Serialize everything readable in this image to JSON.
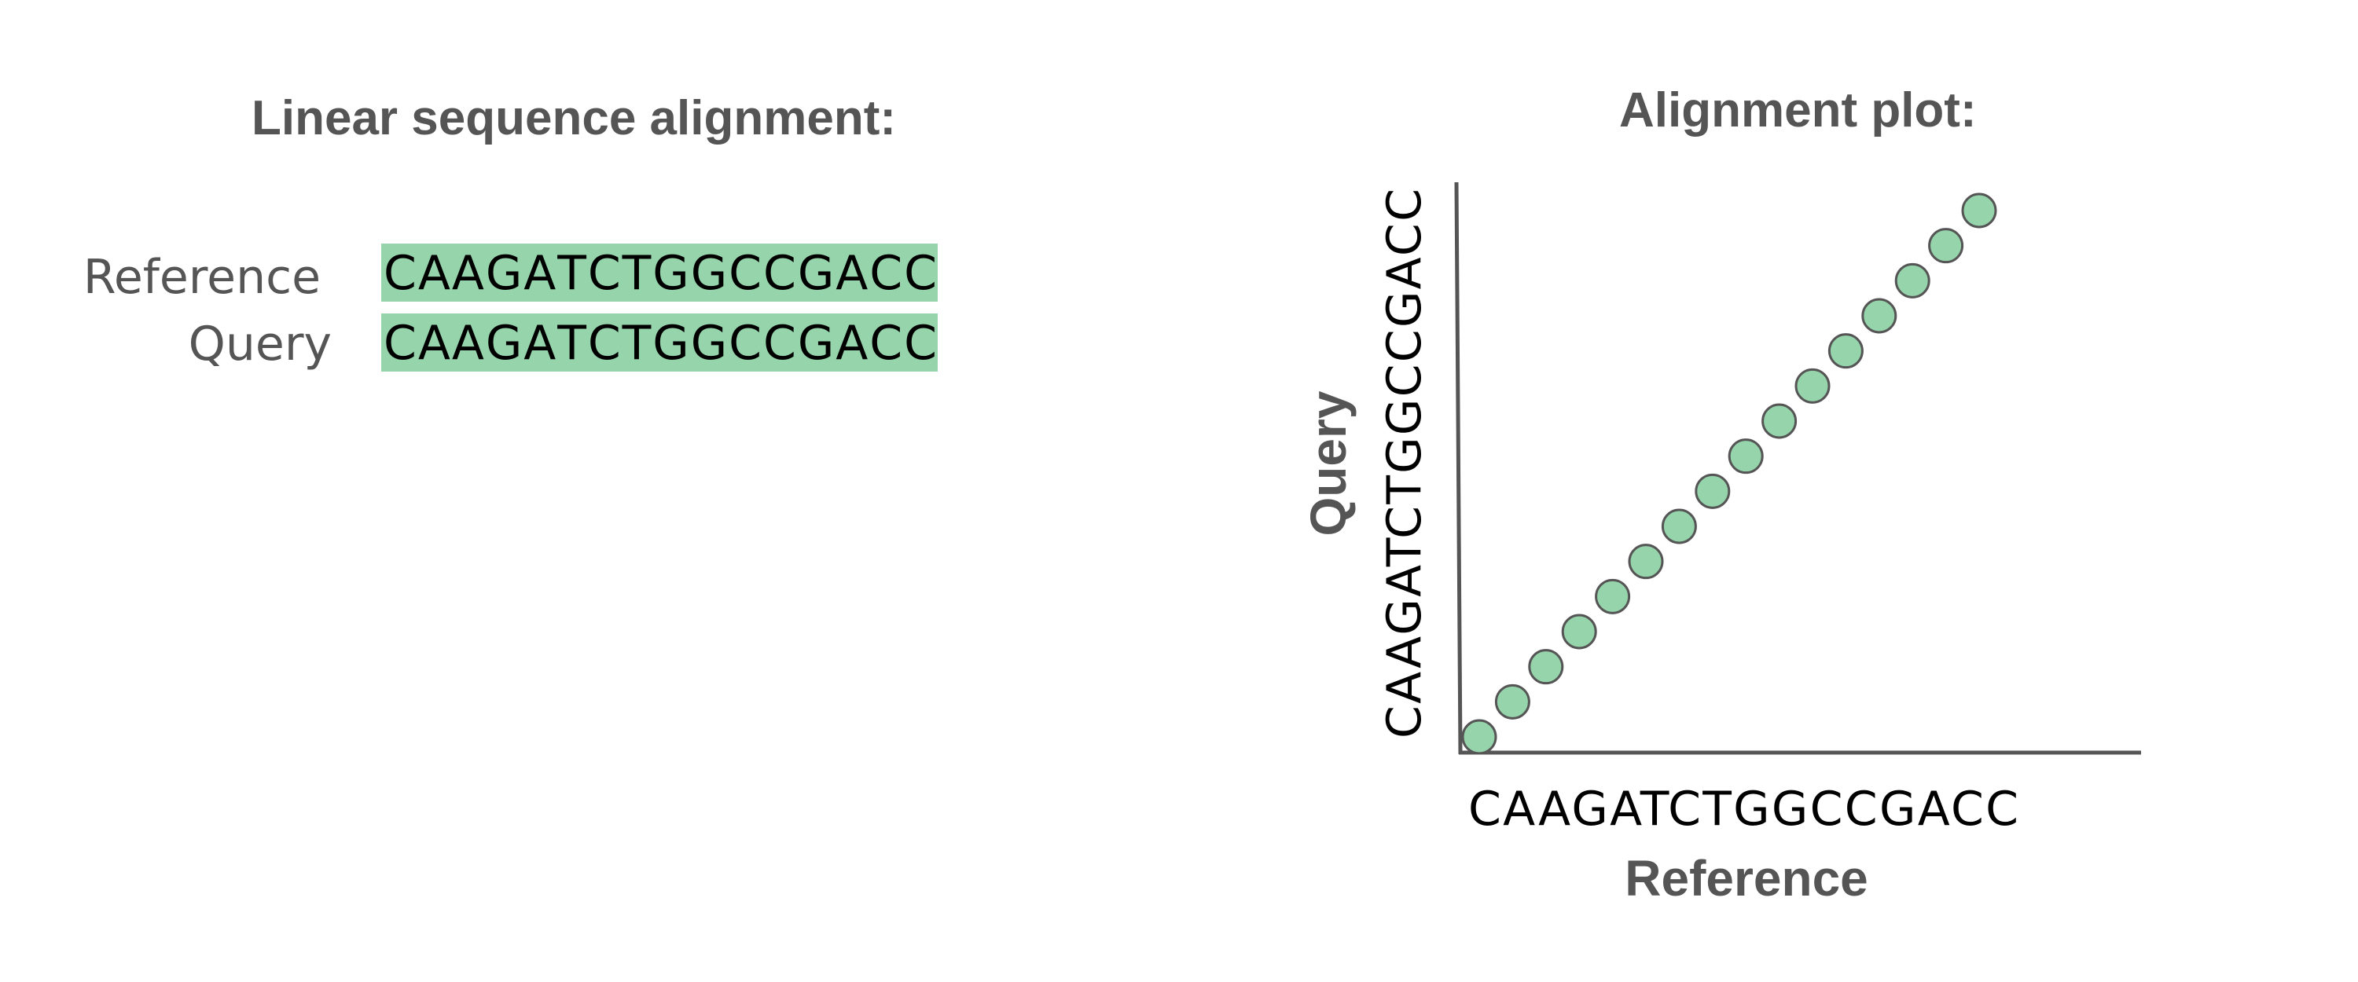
{
  "left_panel": {
    "title": "Linear sequence alignment:",
    "rows": [
      {
        "label": "Reference",
        "sequence": "CAAGATCTGGCCGACC"
      },
      {
        "label": "Query",
        "sequence": "CAAGATCTGGCCGACC"
      }
    ]
  },
  "right_panel": {
    "title": "Alignment plot:",
    "x_axis_label": "Reference",
    "y_axis_label": "Query",
    "x_sequence": "CAAGATCTGGCCGACC",
    "y_sequence": "CAAGATCTGGCCGACC",
    "match_positions": [
      [
        1,
        1
      ],
      [
        2,
        2
      ],
      [
        3,
        3
      ],
      [
        4,
        4
      ],
      [
        5,
        5
      ],
      [
        6,
        6
      ],
      [
        7,
        7
      ],
      [
        8,
        8
      ],
      [
        9,
        9
      ],
      [
        10,
        10
      ],
      [
        11,
        11
      ],
      [
        12,
        12
      ],
      [
        13,
        13
      ],
      [
        14,
        14
      ],
      [
        15,
        15
      ],
      [
        16,
        16
      ]
    ]
  },
  "colors": {
    "match_fill": "#96d5ac",
    "match_stroke": "#555555",
    "axis": "#555555",
    "title_text": "#555555",
    "sequence_text": "#000000"
  }
}
